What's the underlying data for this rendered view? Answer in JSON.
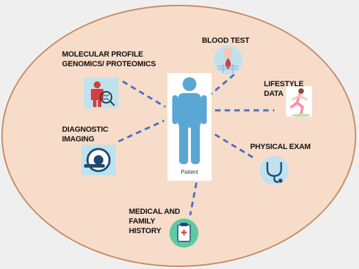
{
  "center": {
    "label": "Patient",
    "icon": "person-icon",
    "color": "#5aa7d6"
  },
  "nodes": [
    {
      "id": "molecular",
      "label": "MOLECULAR PROFILE\nGENOMICS/ PROTEOMICS",
      "icon": "molecular-profile-icon"
    },
    {
      "id": "blood",
      "label": "BLOOD TEST",
      "icon": "blood-test-icon"
    },
    {
      "id": "lifestyle",
      "label": "LIFESTYLE\nDATA",
      "icon": "runner-icon"
    },
    {
      "id": "imaging",
      "label": "DIAGNOSTIC\nIMAGING",
      "icon": "scanner-icon"
    },
    {
      "id": "physical",
      "label": "PHYSICAL EXAM",
      "icon": "stethoscope-icon"
    },
    {
      "id": "history",
      "label": "MEDICAL AND\nFAMILY\nHISTORY",
      "icon": "clipboard-icon"
    }
  ],
  "colors": {
    "background": "#f7dcc9",
    "border": "#c68b63",
    "connector": "#4a6fc1",
    "icon_tile": "#bfe2ef"
  }
}
